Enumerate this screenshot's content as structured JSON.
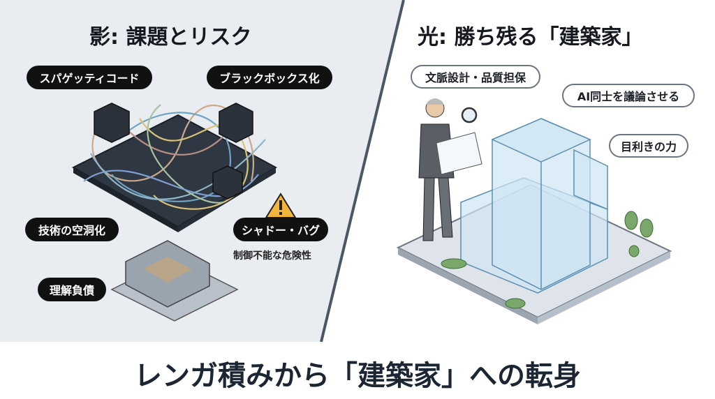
{
  "left": {
    "title": "影: 課題とリスク",
    "labels": {
      "spaghetti": "スパゲッティコード",
      "blackbox": "ブラックボックス化",
      "hollowing": "技術の空洞化",
      "shadow_bug": "シャドー・バグ",
      "shadow_bug_sub": "制御不能な危険性",
      "debt": "理解負債"
    }
  },
  "right": {
    "title": "光: 勝ち残る「建築家」",
    "labels": {
      "context": "文脈設計・品質担保",
      "ai_debate": "AI同士を議論させる",
      "judgement": "目利きの力"
    }
  },
  "headline": "レンガ積みから「建築家」への転身",
  "colors": {
    "left_bg": "#e9edf2",
    "right_bg": "#ffffff",
    "divider": "#4a5866",
    "warning": "#f2b43c"
  }
}
